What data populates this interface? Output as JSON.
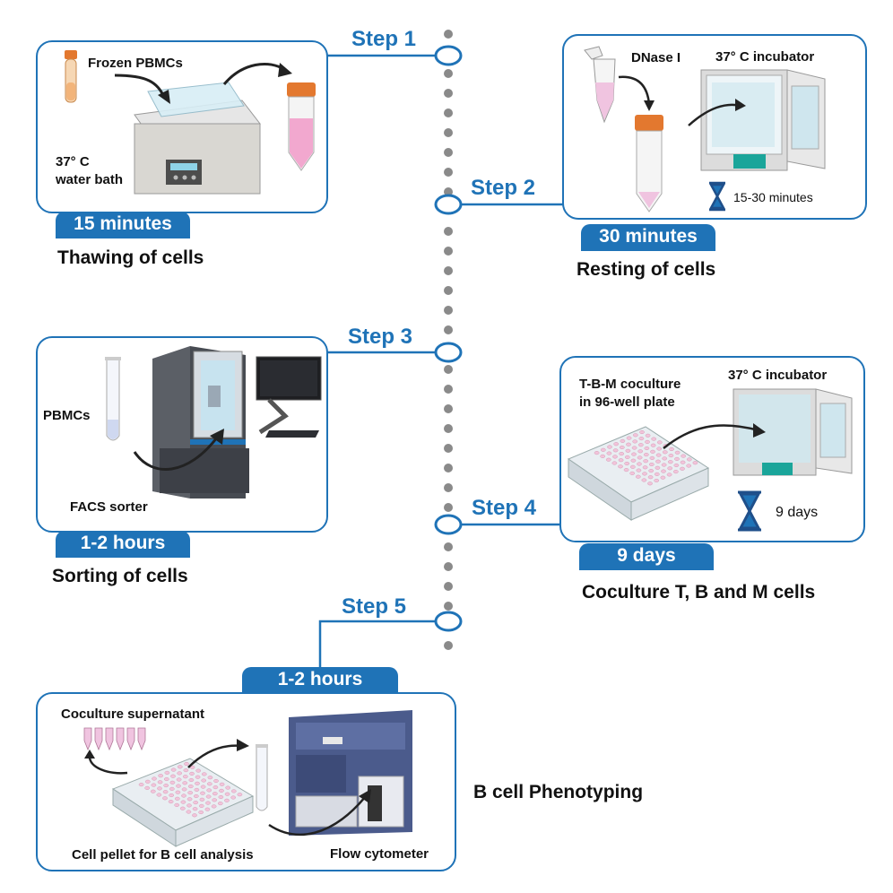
{
  "colors": {
    "accent": "#1f73b7",
    "timeline_dots": "#8a8a8a"
  },
  "steps": [
    {
      "label": "Step 1",
      "duration": "15 minutes",
      "caption": "Thawing of cells",
      "annotations": [
        "Frozen PBMCs",
        "37° C",
        "water bath"
      ]
    },
    {
      "label": "Step 2",
      "duration": "30 minutes",
      "caption": "Resting of cells",
      "annotations": [
        "DNase I",
        "37° C incubator",
        "15-30 minutes"
      ]
    },
    {
      "label": "Step 3",
      "duration": "1-2 hours",
      "caption": "Sorting of cells",
      "annotations": [
        "PBMCs",
        "FACS sorter"
      ]
    },
    {
      "label": "Step 4",
      "duration": "9 days",
      "caption": "Coculture T, B and M cells",
      "annotations": [
        "T-B-M coculture",
        "in 96-well plate",
        "37° C incubator",
        "9 days"
      ]
    },
    {
      "label": "Step 5",
      "duration": "1-2 hours",
      "caption": "B cell Phenotyping",
      "annotations": [
        "Coculture supernatant",
        "Cell pellet for B cell analysis",
        "Flow cytometer"
      ]
    }
  ],
  "icons": [
    "conical-tube-icon",
    "water-bath-icon",
    "microtube-icon",
    "incubator-icon",
    "hourglass-icon",
    "test-tube-icon",
    "facs-sorter-icon",
    "well-plate-icon",
    "flow-cytometer-icon",
    "arrow-icon"
  ]
}
